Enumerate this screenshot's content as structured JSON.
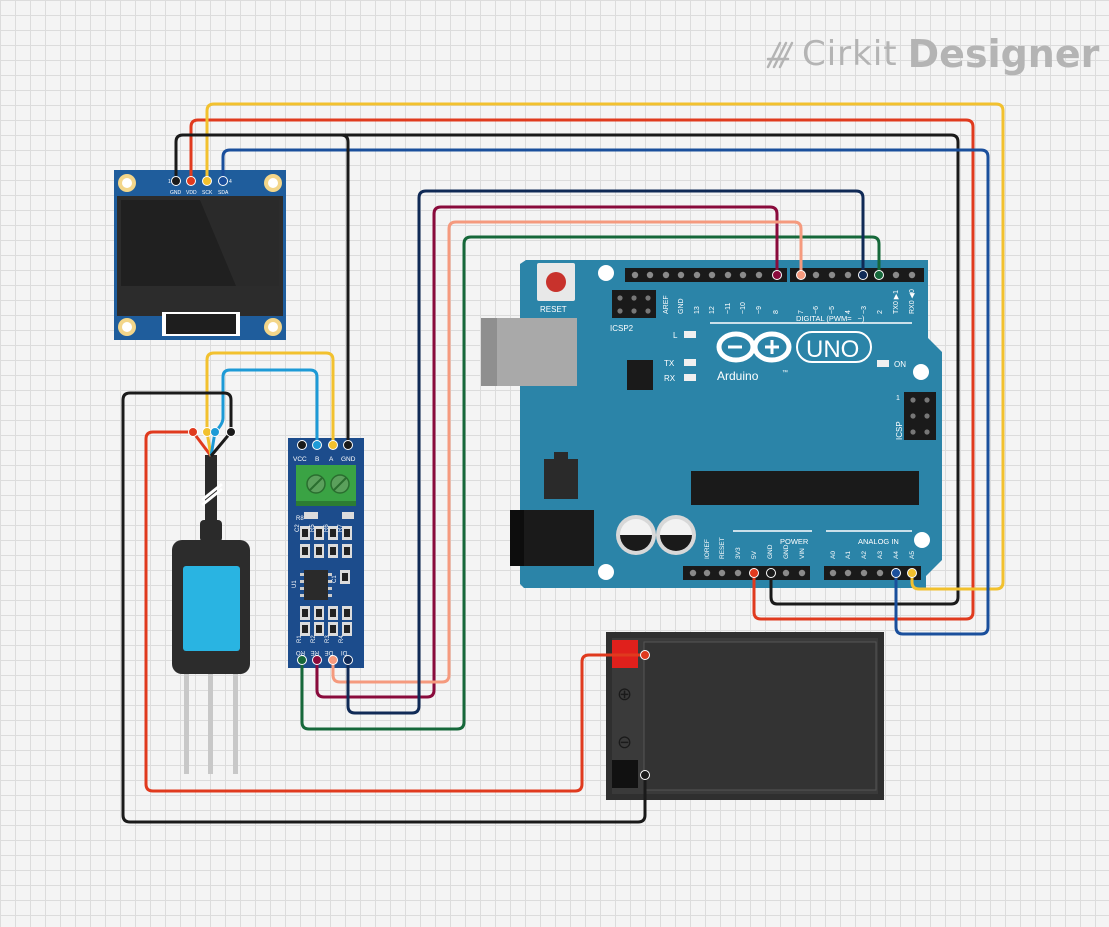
{
  "brand": {
    "name_part1": "Cirkit",
    "name_part2": "Designer"
  },
  "oled": {
    "pins": [
      {
        "num": "1",
        "label": "GND"
      },
      {
        "num": "",
        "label": "VDD"
      },
      {
        "num": "",
        "label": "SCK"
      },
      {
        "num": "4",
        "label": "SDA"
      }
    ]
  },
  "rs485": {
    "top_pins": [
      "VCC",
      "B",
      "A",
      "GND"
    ],
    "bottom_pins": [
      "RO",
      "RE",
      "DE",
      "DI"
    ],
    "component_labels": {
      "r8": "R8",
      "r5": "R5",
      "r6": "R6",
      "r7": "R7",
      "c2": "C2",
      "c1": "C1",
      "c3": "C3",
      "u1": "U1",
      "r1": "R1",
      "r2": "R2",
      "r3": "R3",
      "r4": "R4"
    }
  },
  "arduino": {
    "reset_label": "RESET",
    "icsp2_label": "ICSP2",
    "icsp_label": "ICSP",
    "icsp_pin1": "1",
    "digital_label": "DIGITAL (PWM=",
    "digital_tilde": "~",
    "digital_close": ")",
    "header_left_labels": [
      "AREF",
      "GND",
      "13",
      "12",
      "~11",
      "~10",
      "~9",
      "8"
    ],
    "header_right_labels": [
      "7",
      "~6",
      "~5",
      "4",
      "~3",
      "2",
      "TX0 ▶1",
      "RX0 ◀0"
    ],
    "led_l": "L",
    "led_tx": "TX",
    "led_rx": "RX",
    "led_on": "ON",
    "brand": "Arduino",
    "trademark": "™",
    "model": "UNO",
    "power_label": "POWER",
    "analog_label": "ANALOG IN",
    "power_pins": [
      "IOREF",
      "RESET",
      "3V3",
      "5V",
      "GND",
      "GND",
      "VIN"
    ],
    "analog_pins": [
      "A0",
      "A1",
      "A2",
      "A3",
      "A4",
      "A5"
    ]
  },
  "battery": {
    "plus_symbol": "⊕",
    "minus_symbol": "⊖"
  },
  "wire_colors": {
    "black": "#1a1a1a",
    "red": "#e03a1e",
    "yellow": "#f2c12e",
    "blue": "#1a4f9c",
    "navy": "#102a56",
    "maroon": "#8a0b3c",
    "salmon": "#f59a7e",
    "green": "#16683a",
    "lightblue": "#1d9ad6"
  },
  "board_colors": {
    "arduino": "#2b84a8",
    "oled": "#1f5d9c",
    "rs485": "#1c4c8c"
  }
}
